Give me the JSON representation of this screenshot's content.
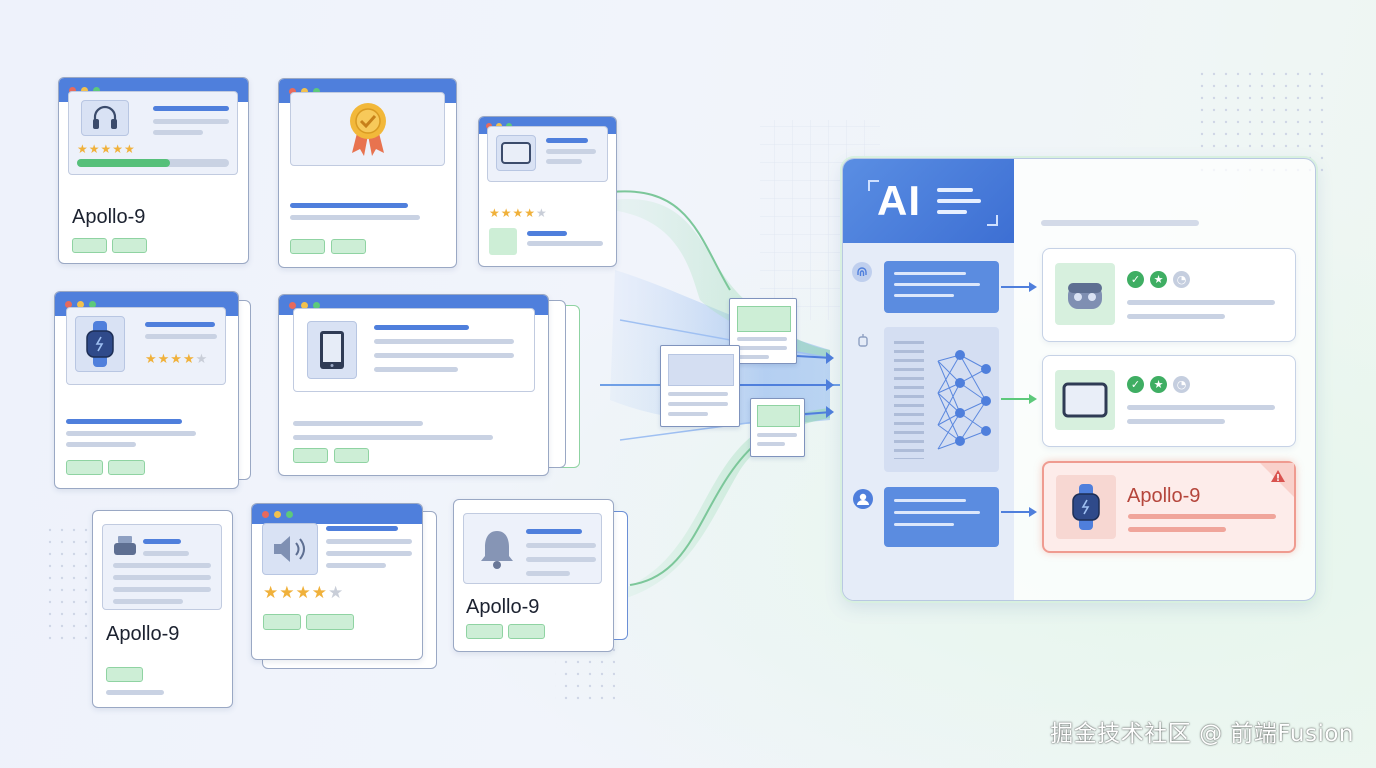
{
  "product_labels": {
    "w1": "Apollo-9",
    "w7": "Apollo-9",
    "w9": "Apollo-9",
    "ai_flagged": "Apollo-9"
  },
  "ai_panel": {
    "logo_text": "AI"
  },
  "ratings": {
    "w1_stars": 5,
    "w3_stars": 4,
    "w4_stars": 4,
    "w8_stars": 4
  },
  "icons": {
    "w1": "headphones-icon",
    "w2": "award-ribbon-icon",
    "w3": "tablet-icon",
    "w4": "smartwatch-icon",
    "w5": "e-reader-icon",
    "w7": "printer-icon",
    "w8": "speaker-icon",
    "w9": "bell-icon",
    "result1": "earbuds-case-icon",
    "result2": "tablet-icon",
    "result3": "smartwatch-icon",
    "row1": "fingerprint-icon",
    "row2": "robot-icon",
    "row3": "user-icon",
    "alert": "warning-icon"
  },
  "colors": {
    "accent_blue": "#4f7fdc",
    "accent_green": "#5dc97b",
    "alert_red": "#e06a5f",
    "star": "#f0b13b"
  },
  "watermark": "掘金技术社区 @ 前端Fusion"
}
